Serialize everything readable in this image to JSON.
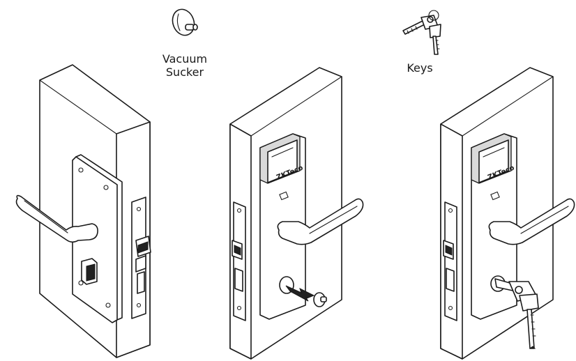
{
  "labels": {
    "vacuum_sucker_line1": "Vacuum",
    "vacuum_sucker_line2": "Sucker",
    "keys": "Keys"
  },
  "brand": {
    "logo_text": "ZKTeco"
  },
  "colors": {
    "line": "#1a1a1a",
    "background": "#ffffff",
    "shade": "#d9d9d9"
  }
}
